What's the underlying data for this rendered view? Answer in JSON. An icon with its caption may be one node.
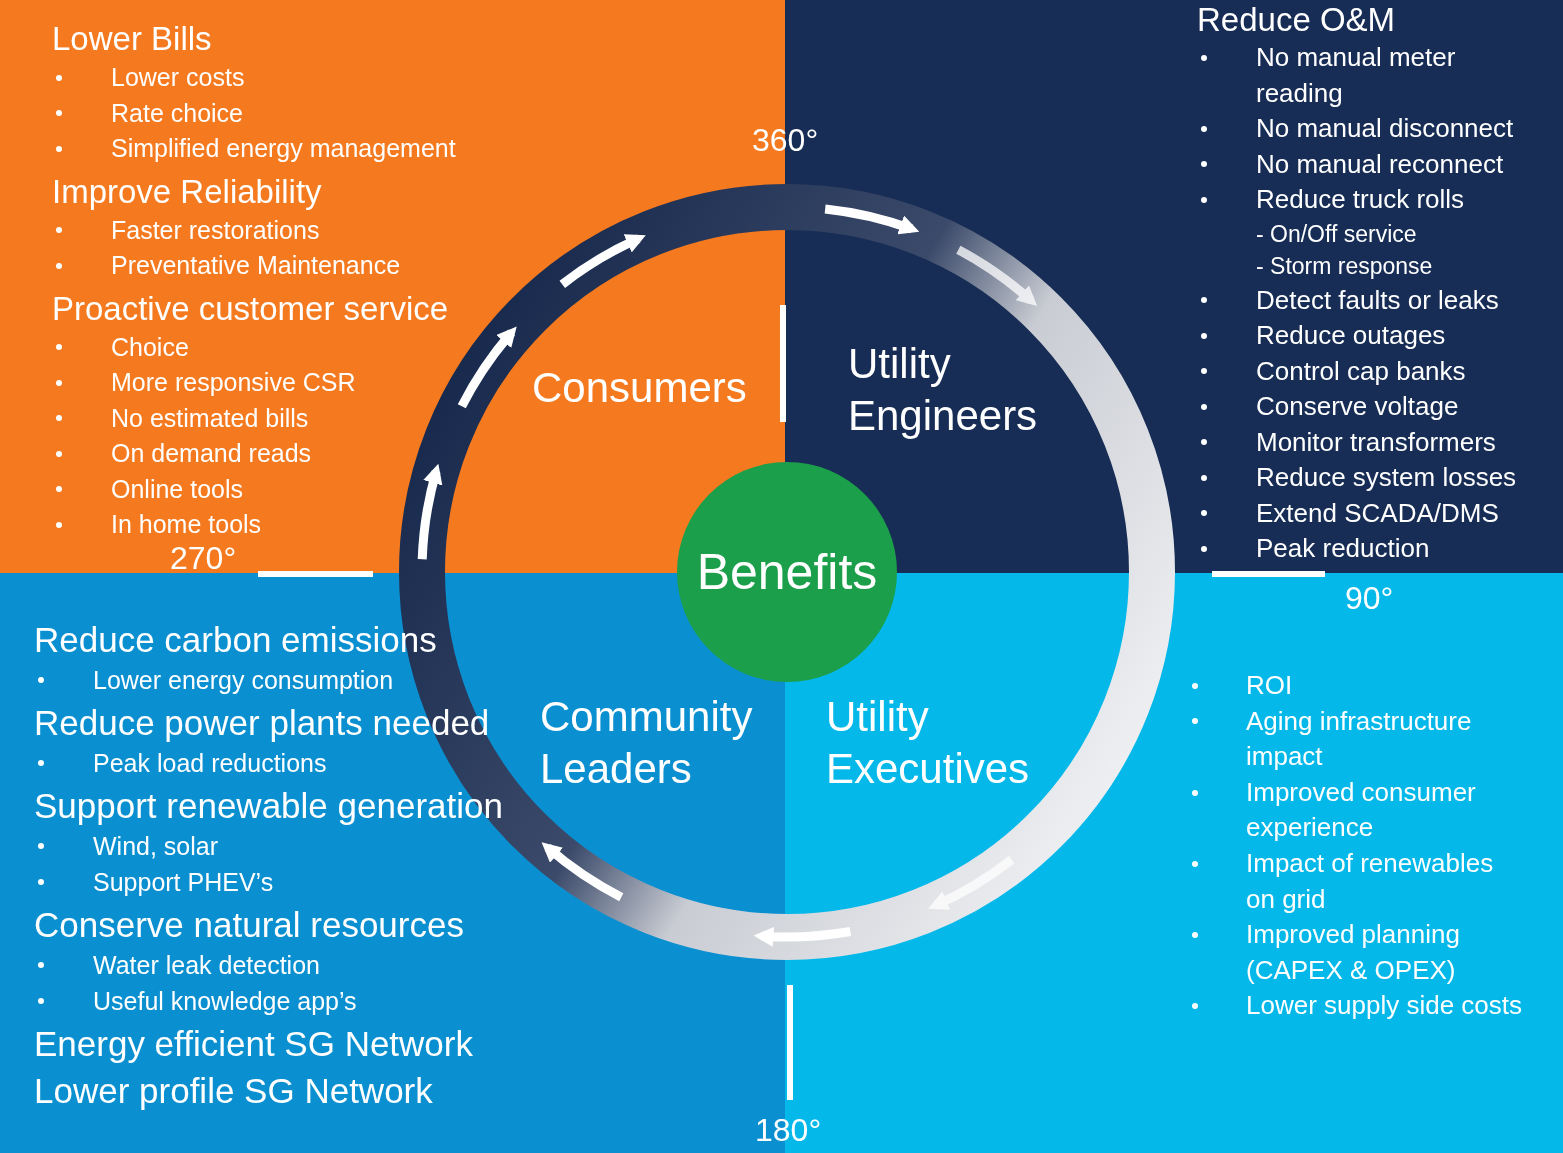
{
  "diagram": {
    "nodes": [
      {
        "text": [
          "Consumers",
          "Lower Bills",
          "Lower costs",
          "Rate choice",
          "Simplified energy management",
          "Improve Reliability",
          "Faster restorations",
          "Preventative Maintenance",
          "Proactive customer service",
          "Choice",
          "More responsive CSR",
          "No estimated bills",
          "On demand reads",
          "Online tools",
          "In home tools"
        ]
      },
      {
        "text": [
          "Utility Engineers",
          "Reduce O&M",
          "No manual meter reading",
          "No manual disconnect",
          "No manual reconnect",
          "Reduce truck rolls",
          "- On/Off service",
          "- Storm response",
          "Detect faults or leaks",
          "Reduce outages",
          "Control cap banks",
          "Conserve voltage",
          "Monitor transformers",
          "Reduce system losses",
          "Extend SCADA/DMS",
          "Peak reduction"
        ]
      },
      {
        "text": [
          "Benefits"
        ]
      },
      {
        "text": [
          "Community Leaders",
          "Reduce carbon emissions",
          "Lower energy consumption",
          "Reduce power plants needed",
          "Peak load reductions",
          "Support renewable generation",
          "Wind, solar",
          "Support PHEV’s",
          "Conserve natural resources",
          "Water leak detection",
          "Useful knowledge app’s",
          "Energy efficient SG Network",
          "Lower profile SG Network"
        ]
      },
      {
        "text": [
          "Utility Executives",
          "ROI",
          "Aging infrastructure impact",
          "Improved consumer experience",
          "Impact of renewables on grid",
          "Improved planning (CAPEX & OPEX)",
          "Lower supply side costs"
        ]
      }
    ],
    "labels": [
      "360°",
      "270°",
      "90°",
      "180°"
    ]
  }
}
